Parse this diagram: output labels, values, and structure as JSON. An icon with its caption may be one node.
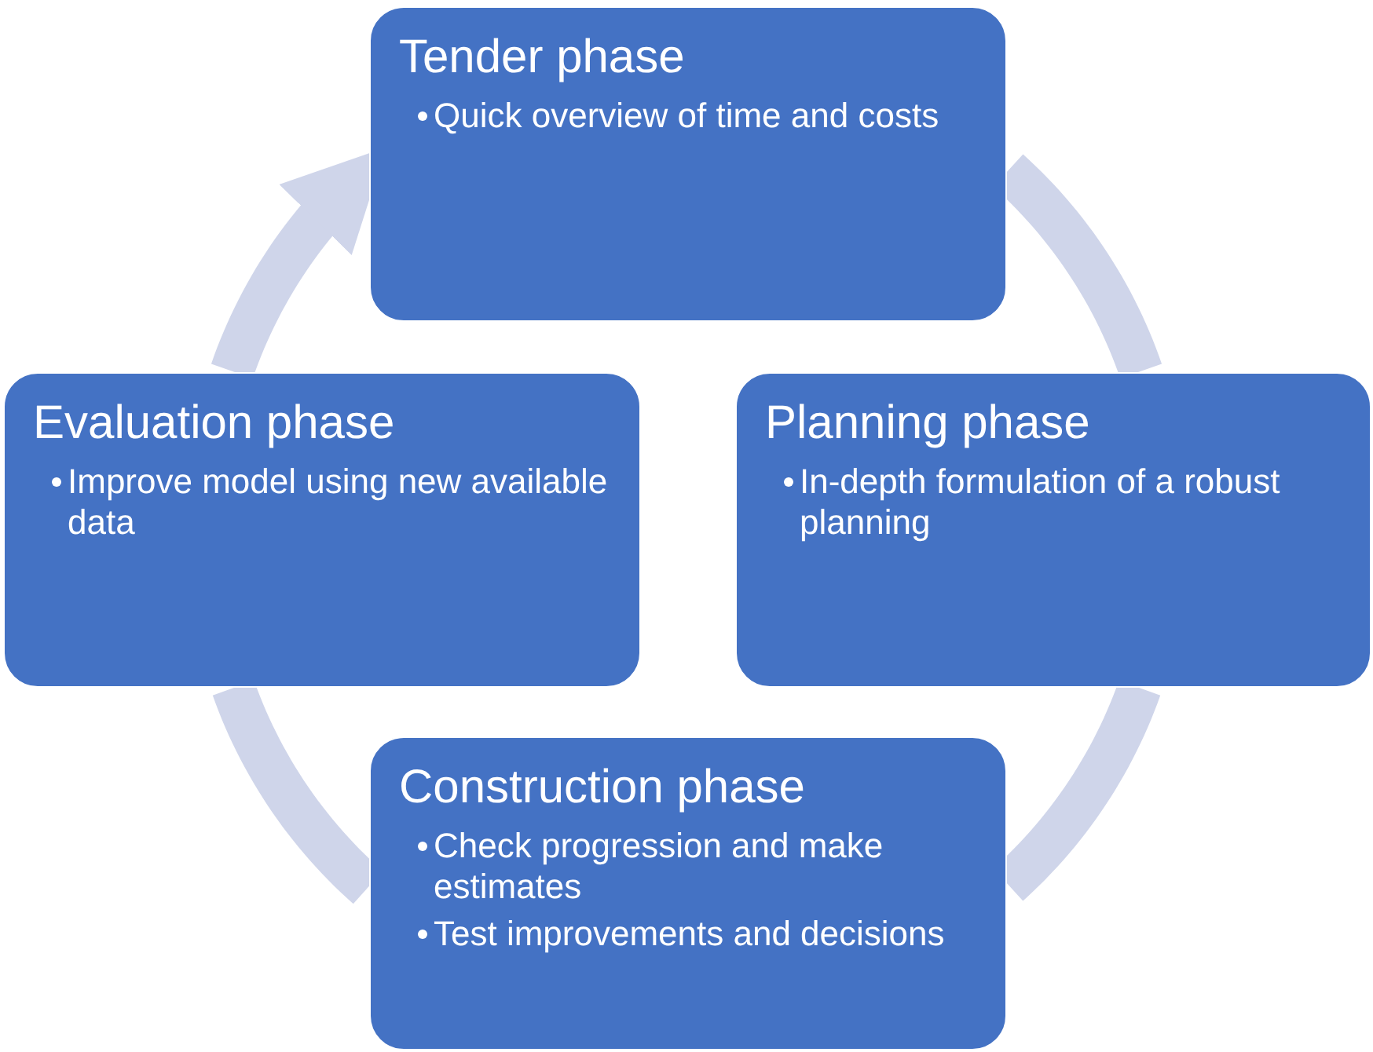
{
  "diagram": {
    "nodes": [
      {
        "text": [
          "Tender phase",
          "Quick overview of time and costs"
        ]
      },
      {
        "text": [
          "Planning phase",
          "In-depth formulation of a robust planning"
        ]
      },
      {
        "text": [
          "Construction phase",
          "Check progression and make estimates",
          "Test improvements and decisions"
        ]
      },
      {
        "text": [
          "Evaluation phase",
          "Improve model using new available data"
        ]
      }
    ],
    "edges": [
      {
        "from": 0,
        "to": 1,
        "arrow": "none"
      },
      {
        "from": 1,
        "to": 2,
        "arrow": "none"
      },
      {
        "from": 2,
        "to": 3,
        "arrow": "none"
      },
      {
        "from": 3,
        "to": 0,
        "arrow": "to"
      }
    ]
  }
}
